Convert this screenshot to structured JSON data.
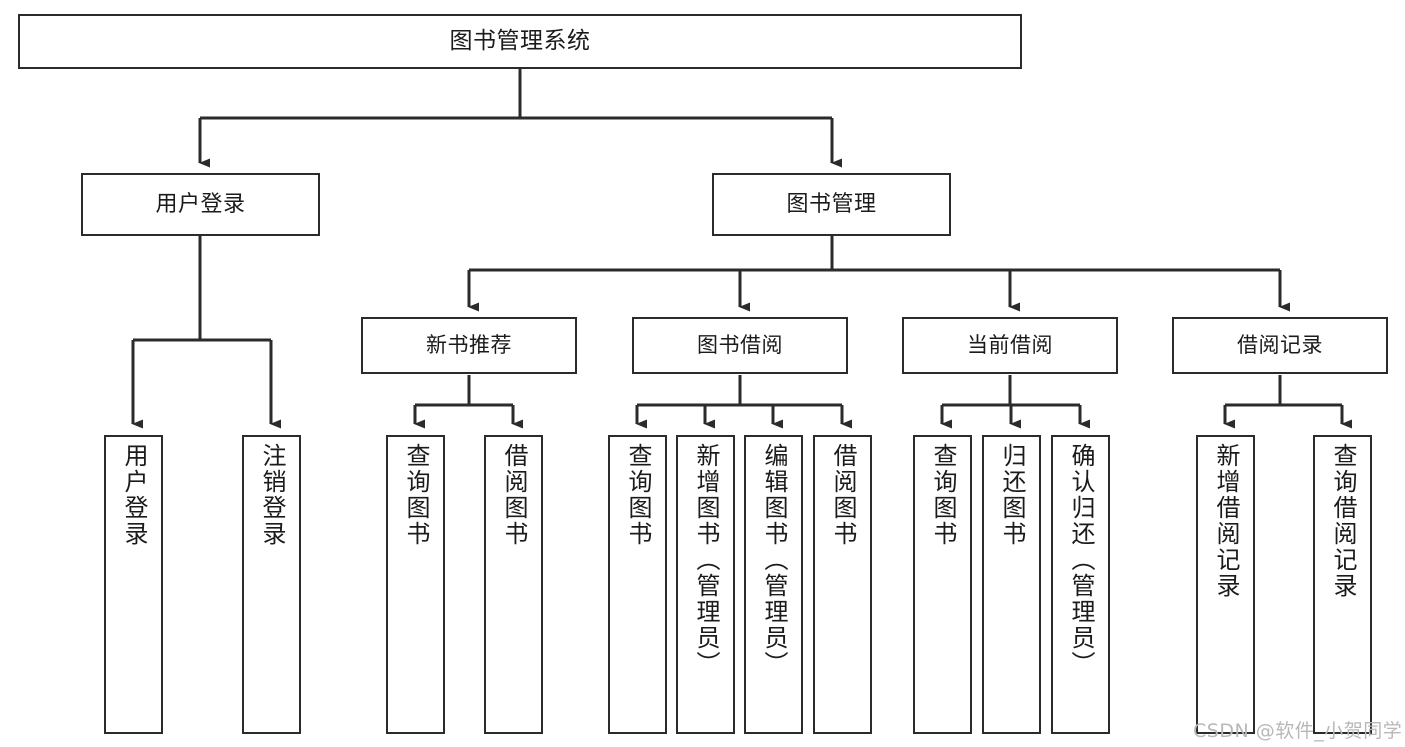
{
  "diagram": {
    "title": "图书管理系统",
    "type": "tree",
    "watermark": "CSDN @软件_小贺同学",
    "colors": {
      "box_border": "#2b2b2b",
      "box_fill": "#ffffff",
      "connector": "#2b2b2b",
      "text": "#1b1b1b",
      "watermark": "#b8b8b8",
      "background": "#ffffff"
    },
    "nodes": {
      "root": {
        "label": "图书管理系统"
      },
      "level1": [
        {
          "id": "user-login",
          "label": "用户登录"
        },
        {
          "id": "book-management",
          "label": "图书管理"
        }
      ],
      "level2": [
        {
          "id": "new-book-recommend",
          "label": "新书推荐"
        },
        {
          "id": "book-borrow",
          "label": "图书借阅"
        },
        {
          "id": "current-borrow",
          "label": "当前借阅"
        },
        {
          "id": "borrow-record",
          "label": "借阅记录"
        }
      ],
      "leaves": {
        "user-login": [
          {
            "id": "leaf-user-login",
            "label": "用户登录"
          },
          {
            "id": "leaf-logout",
            "label": "注销登录"
          }
        ],
        "new-book-recommend": [
          {
            "id": "leaf-query-book-1",
            "label": "查询图书"
          },
          {
            "id": "leaf-borrow-book-1",
            "label": "借阅图书"
          }
        ],
        "book-borrow": [
          {
            "id": "leaf-query-book-2",
            "label": "查询图书"
          },
          {
            "id": "leaf-add-book",
            "label": "新增图书（管理员）"
          },
          {
            "id": "leaf-edit-book",
            "label": "编辑图书（管理员）"
          },
          {
            "id": "leaf-borrow-book-2",
            "label": "借阅图书"
          }
        ],
        "current-borrow": [
          {
            "id": "leaf-query-book-3",
            "label": "查询图书"
          },
          {
            "id": "leaf-return-book",
            "label": "归还图书"
          },
          {
            "id": "leaf-confirm-return",
            "label": "确认归还（管理员）"
          }
        ],
        "borrow-record": [
          {
            "id": "leaf-add-record",
            "label": "新增借阅记录"
          },
          {
            "id": "leaf-query-record",
            "label": "查询借阅记录"
          }
        ]
      }
    }
  }
}
